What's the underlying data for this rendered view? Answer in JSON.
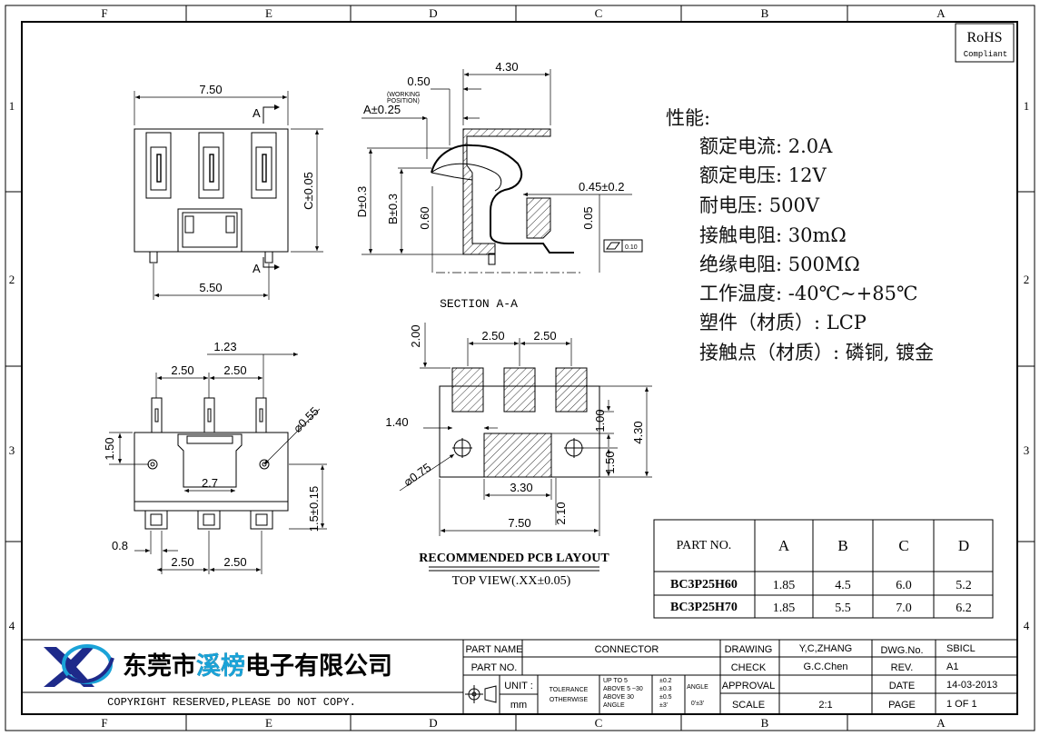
{
  "frame": {
    "columns": [
      "F",
      "E",
      "D",
      "C",
      "B",
      "A"
    ],
    "rows": [
      "1",
      "2",
      "3",
      "4"
    ]
  },
  "rohs": {
    "title": "RoHS",
    "subtitle": "Compliant"
  },
  "front_view": {
    "dim_width": "7.50",
    "dim_pitch": "5.50",
    "dim_c": "C±0.05",
    "section_mark": "A"
  },
  "section_view": {
    "title": "SECTION A-A",
    "dim_430": "4.30",
    "dim_050": "0.50",
    "working_position": [
      "(WORKING",
      "POSITION)"
    ],
    "dim_a": "A±0.25",
    "dim_d": "D±0.3",
    "dim_b": "B±0.3",
    "dim_060": "0.60",
    "dim_045": "0.45±0.2",
    "dim_005": "0.05",
    "flatness": "0.10"
  },
  "bottom_view": {
    "dim_123": "1.23",
    "dim_250a": "2.50",
    "dim_250b": "2.50",
    "dim_055": "⌀0.55",
    "dim_150": "1.50",
    "dim_27": "2.7",
    "dim_15": "1.5±0.15",
    "dim_08": "0.8",
    "dim_250c": "2.50",
    "dim_250d": "2.50"
  },
  "pcb_layout": {
    "dim_200": "2.00",
    "dim_250a": "2.50",
    "dim_250b": "2.50",
    "dim_140": "1.40",
    "dim_100": "1.00",
    "dim_430": "4.30",
    "dim_075": "⌀0.75",
    "dim_150": "1.50",
    "dim_330": "3.30",
    "dim_210": "2.10",
    "dim_750": "7.50",
    "title": "RECOMMENDED PCB LAYOUT",
    "subtitle": "TOP VIEW(.XX±0.05)"
  },
  "specs": {
    "heading": "性能:",
    "lines": [
      "额定电流: 2.0A",
      "额定电压: 12V",
      "耐电压: 500V",
      "接触电阻: 30mΩ",
      "绝缘电阻: 500MΩ",
      "工作温度: -40℃~+85℃",
      "塑件（材质）: LCP",
      "接触点（材质）: 磷铜, 镀金"
    ]
  },
  "part_table": {
    "headers": [
      "PART NO.",
      "A",
      "B",
      "C",
      "D"
    ],
    "rows": [
      [
        "BC3P25H60",
        "1.85",
        "4.5",
        "6.0",
        "5.2"
      ],
      [
        "BC3P25H70",
        "1.85",
        "5.5",
        "7.0",
        "6.2"
      ]
    ]
  },
  "title_block": {
    "company": "东莞市溪榜电子有限公司",
    "company_highlight": "溪榜",
    "copyright": "COPYRIGHT RESERVED,PLEASE DO NOT COPY.",
    "part_name_label": "PART NAME",
    "part_name": "CONNECTOR",
    "part_no_label": "PART NO.",
    "unit_label": "UNIT :",
    "unit": "mm",
    "tolerance_label": "TOLERANCE",
    "otherwise_label": "OTHERWISE",
    "tol_rows": [
      "UP TO 5",
      "ABOVE 5 ~30",
      "ABOVE 30",
      "ANGLE"
    ],
    "tol_vals": [
      "±0.2",
      "±0.3",
      "±0.5",
      "±3'"
    ],
    "angle_label": "ANGLE",
    "angle_val": "0'±3'",
    "drawing_label": "DRAWING",
    "drawing": "Y,C,ZHANG",
    "check_label": "CHECK",
    "check": "G.C.Chen",
    "approval_label": "APPROVAL",
    "scale_label": "SCALE",
    "scale": "2:1",
    "dwg_label": "DWG.No.",
    "dwg": "SBICL",
    "rev_label": "REV.",
    "rev": "A1",
    "date_label": "DATE",
    "date": "14-03-2013",
    "page_label": "PAGE",
    "page": "1 OF 1"
  }
}
